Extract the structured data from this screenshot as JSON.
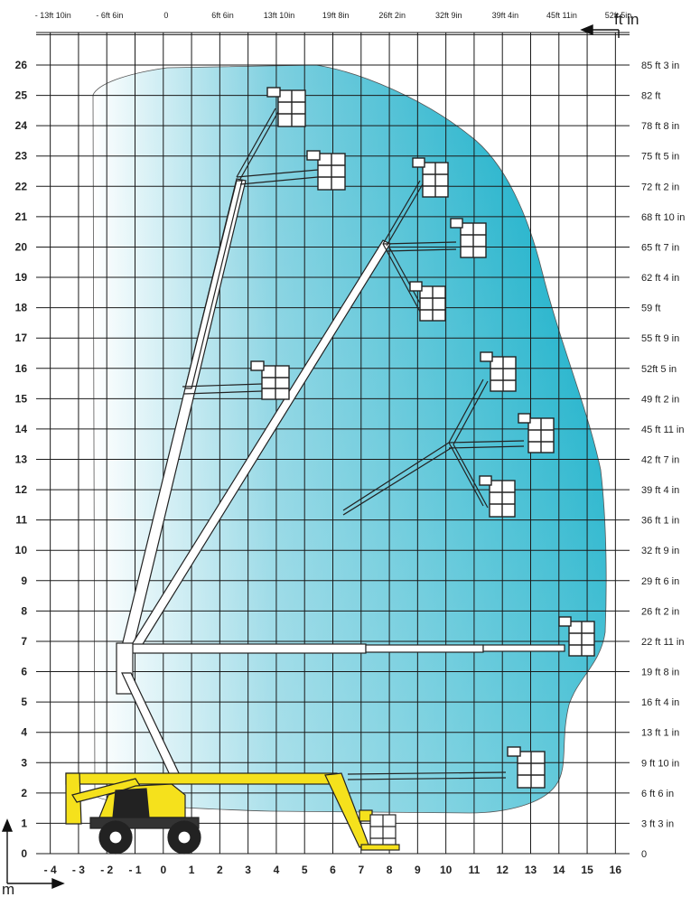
{
  "top_axis": {
    "unit_label": "ft in",
    "ticks": [
      "- 13ft 10in",
      "- 6ft 6in",
      "0",
      "6ft 6in",
      "13ft 10in",
      "19ft 8in",
      "26ft 2in",
      "32ft 9in",
      "39ft 4in",
      "45ft 11in",
      "52ft 5in"
    ]
  },
  "bottom_axis": {
    "unit_label": "m",
    "ticks": [
      "- 4",
      "- 3",
      "- 2",
      "- 1",
      "0",
      "1",
      "2",
      "3",
      "4",
      "5",
      "6",
      "7",
      "8",
      "9",
      "10",
      "11",
      "12",
      "13",
      "14",
      "15",
      "16"
    ]
  },
  "left_axis": {
    "ticks": [
      "0",
      "1",
      "2",
      "3",
      "4",
      "5",
      "6",
      "7",
      "8",
      "9",
      "10",
      "11",
      "12",
      "13",
      "14",
      "15",
      "16",
      "17",
      "18",
      "19",
      "20",
      "21",
      "22",
      "23",
      "24",
      "25",
      "26"
    ]
  },
  "right_axis": {
    "ticks": [
      "0",
      "3 ft 3 in",
      "6 ft 6 in",
      "9 ft 10 in",
      "13 ft 1 in",
      "16 ft 4 in",
      "19 ft 8 in",
      "22 ft 11 in",
      "26 ft 2 in",
      "29 ft 6 in",
      "32 ft 9 in",
      "36 ft 1 in",
      "39 ft 4 in",
      "42 ft 7 in",
      "45 ft 11 in",
      "49 ft 2 in",
      "52ft 5 in",
      "55 ft 9 in",
      "59 ft",
      "62 ft 4 in",
      "65 ft 7 in",
      "68 ft 10 in",
      "72 ft 2 in",
      "75 ft 5 in",
      "78 ft 8 in",
      "82 ft",
      "85 ft 3 in"
    ]
  },
  "colors": {
    "envelope": "#00a8c4",
    "machine_yellow": "#f5e11c",
    "grid": "#1a1a1a"
  }
}
